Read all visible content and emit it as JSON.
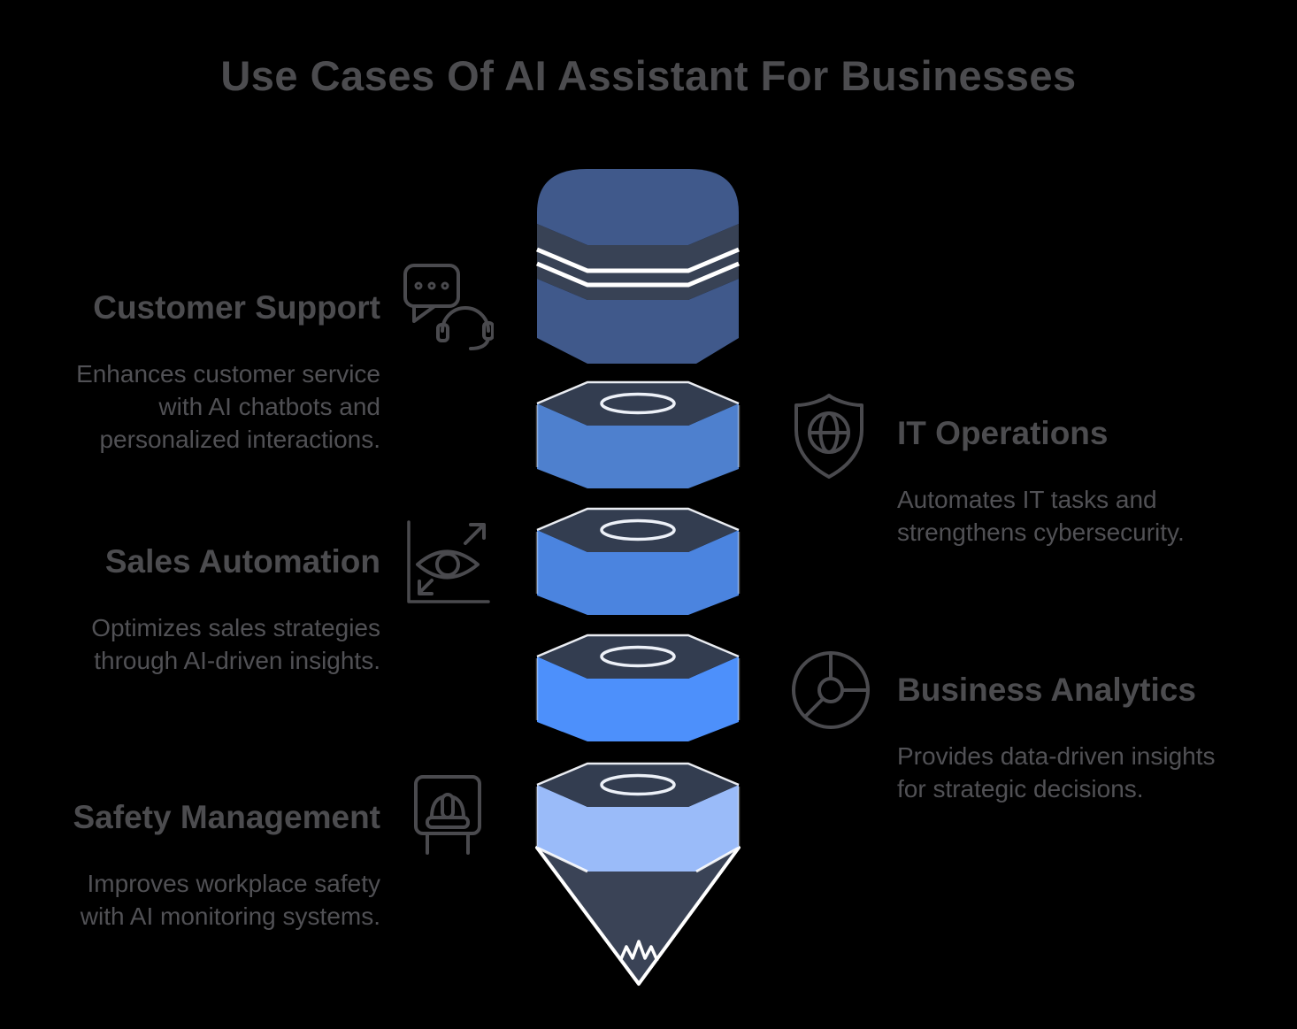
{
  "title": "Use Cases Of AI Assistant For Businesses",
  "sections": {
    "customer_support": {
      "label": "Customer Support",
      "description": "Enhances customer service with AI chatbots and personalized interactions."
    },
    "it_operations": {
      "label": "IT Operations",
      "description": "Automates IT tasks and strengthens cybersecurity."
    },
    "sales_automation": {
      "label": "Sales Automation",
      "description": "Optimizes sales strategies through AI-driven insights."
    },
    "business_analytics": {
      "label": "Business Analytics",
      "description": "Provides data-driven insights for strategic decisions."
    },
    "safety_management": {
      "label": "Safety Management",
      "description": "Improves workplace safety with AI monitoring systems."
    }
  },
  "icons": {
    "customer_support": "chat-headset-icon",
    "it_operations": "shield-globe-icon",
    "sales_automation": "eye-growth-chart-icon",
    "business_analytics": "donut-chart-icon",
    "safety_management": "hard-hat-sign-icon"
  },
  "colors": {
    "background": "#000000",
    "title_text": "#4C4C4F",
    "heading_text": "#4C4C4F",
    "body_text": "#515155",
    "icon_stroke": "#4A4A4E",
    "funnel": {
      "segment_1": "#40598B",
      "band_face": "#384255",
      "dark_face": "#333D50",
      "segment_2": "#4E80CE",
      "segment_3": "#4B84DF",
      "segment_4": "#4D90FB",
      "segment_5": "#9ABBF9",
      "cone": "#3A4356",
      "highlight": "#FFFFFF"
    }
  }
}
